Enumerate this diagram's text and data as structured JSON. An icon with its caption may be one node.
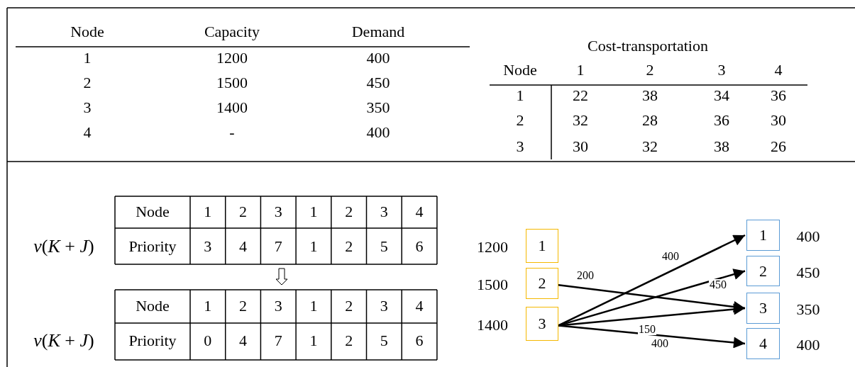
{
  "diagram": {
    "nodes": [
      {
        "text": [
          "1"
        ],
        "beside": [
          "1200"
        ]
      },
      {
        "text": [
          "2"
        ],
        "beside": [
          "1500"
        ]
      },
      {
        "text": [
          "3"
        ],
        "beside": [
          "1400"
        ]
      },
      {
        "text": [
          "1"
        ],
        "beside": [
          "400"
        ]
      },
      {
        "text": [
          "2"
        ],
        "beside": [
          "450"
        ]
      },
      {
        "text": [
          "3"
        ],
        "beside": [
          "350"
        ]
      },
      {
        "text": [
          "4"
        ],
        "beside": [
          "400"
        ]
      }
    ],
    "edges": [
      {
        "from": 2,
        "to": 3,
        "arrow": "to",
        "label": "400"
      },
      {
        "from": 2,
        "to": 4,
        "arrow": "to",
        "label": "450"
      },
      {
        "from": 1,
        "to": 5,
        "arrow": "to",
        "label": "200"
      },
      {
        "from": 2,
        "to": 5,
        "arrow": "to",
        "label": "150"
      },
      {
        "from": 2,
        "to": 6,
        "arrow": "to",
        "label": "400"
      }
    ],
    "labels": [
      "Node",
      "Capacity",
      "Demand",
      "1",
      "1200",
      "400",
      "2",
      "1500",
      "450",
      "3",
      "1400",
      "350",
      "4",
      "-",
      "400",
      "Cost-transportation",
      "Node",
      "1",
      "2",
      "3",
      "4",
      "1",
      "22",
      "38",
      "34",
      "36",
      "2",
      "32",
      "28",
      "36",
      "30",
      "3",
      "30",
      "32",
      "38",
      "26",
      "Node",
      "1",
      "2",
      "3",
      "1",
      "2",
      "3",
      "4",
      "*v*(*K* + *J*)",
      "Priority",
      "3",
      "4",
      "7",
      "1",
      "2",
      "5",
      "6",
      "Node",
      "1",
      "2",
      "3",
      "1",
      "2",
      "3",
      "4",
      "*v*(*K* + *J*)",
      "Priority",
      "0",
      "4",
      "7",
      "1",
      "2",
      "5",
      "6"
    ]
  }
}
